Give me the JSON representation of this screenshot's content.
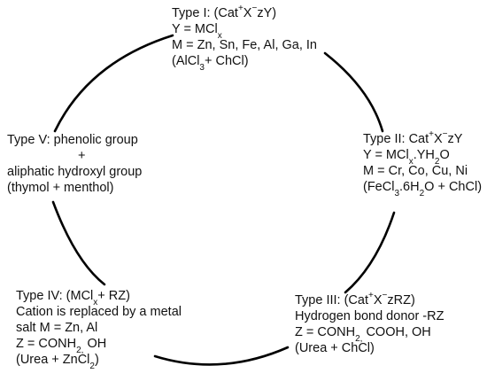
{
  "type_i": {
    "l1_pre": "Type I: (Cat",
    "l1_sup": "+",
    "l1_mid": "X",
    "l1_sup2": "−",
    "l1_post": "zY)",
    "l2_pre": "Y = MCl",
    "l2_sub": "x",
    "l3": "M = Zn, Sn, Fe, Al, Ga, In",
    "l4_pre": "(AlCl",
    "l4_sub": "3",
    "l4_post": "+ ChCl)"
  },
  "type_ii": {
    "l1_pre": "Type II: Cat",
    "l1_sup": "+",
    "l1_mid": "X",
    "l1_sup2": "−",
    "l1_post": "zY",
    "l2_pre": "Y = MCl",
    "l2_sub": "x",
    "l2_mid": ".YH",
    "l2_sub2": "2",
    "l2_post": "O",
    "l3": "M = Cr, Co, Cu, Ni",
    "l4_pre": "(FeCl",
    "l4_sub": "3",
    "l4_mid": ".6H",
    "l4_sub2": "2",
    "l4_post": "O + ChCl)"
  },
  "type_iii": {
    "l1_pre": "Type III: (Cat",
    "l1_sup": "+",
    "l1_mid": "X",
    "l1_sup2": "−",
    "l1_post": "zRZ)",
    "l2": "Hydrogen bond donor -RZ",
    "l3_pre": "Z = CONH",
    "l3_sub": "2,",
    "l3_post": " COOH, OH",
    "l4": "(Urea + ChCl)"
  },
  "type_iv": {
    "l1_pre": "Type IV: (MCl",
    "l1_sub": "x",
    "l1_post": "+ RZ)",
    "l2": "Cation is replaced by a metal",
    "l3": "salt M = Zn, Al",
    "l4_pre": "Z = CONH",
    "l4_sub": "2,",
    "l4_post": " OH",
    "l5_pre": "(Urea + ZnCl",
    "l5_sub": "2",
    "l5_post": ")"
  },
  "type_v": {
    "l1": "Type V: phenolic group",
    "l2": "+",
    "l3": "aliphatic hydroxyl group",
    "l4": "(thymol + menthol)"
  }
}
